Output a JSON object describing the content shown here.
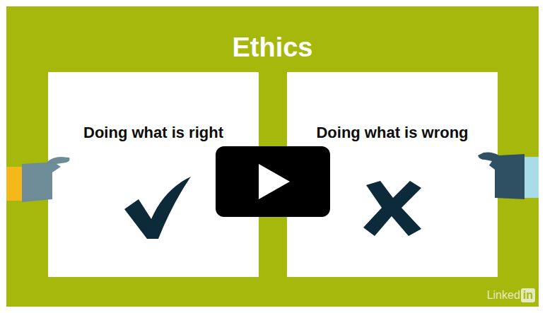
{
  "diagram": {
    "title": "Ethics",
    "nodes": [
      {
        "text": [
          "Doing what is right"
        ]
      },
      {
        "text": [
          "Doing what is wrong"
        ]
      }
    ],
    "labels": [
      "Linked",
      "in"
    ]
  }
}
